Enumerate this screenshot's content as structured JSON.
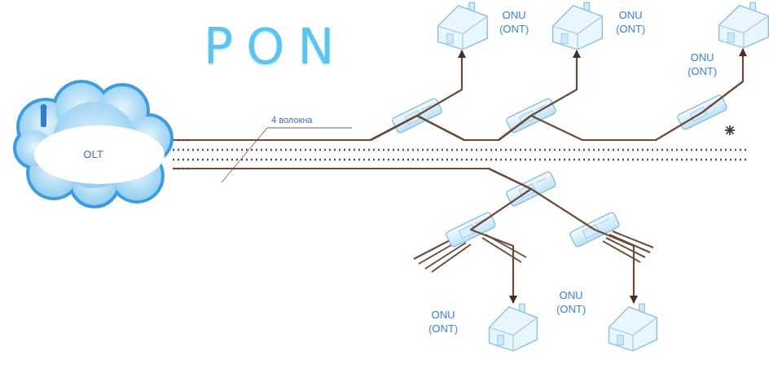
{
  "diagram": {
    "title": "PON",
    "nodes": [
      {
        "text": [
          "OLT"
        ]
      },
      {
        "text": [
          "ONU (ONT)"
        ]
      },
      {
        "text": [
          "ONU (ONT)"
        ]
      },
      {
        "text": [
          "ONU (ONT)"
        ]
      },
      {
        "text": [
          "ONU (ONT)"
        ]
      },
      {
        "text": [
          "ONU (ONT)"
        ]
      }
    ],
    "edges": [
      {
        "from": 0,
        "to": 1,
        "arrow": "to"
      },
      {
        "from": 0,
        "to": 2,
        "arrow": "to"
      },
      {
        "from": 0,
        "to": 3,
        "arrow": "to"
      },
      {
        "from": 0,
        "to": 4,
        "arrow": "to"
      },
      {
        "from": 0,
        "to": 5,
        "arrow": "to"
      }
    ],
    "labels": [
      "4 волокна"
    ]
  }
}
